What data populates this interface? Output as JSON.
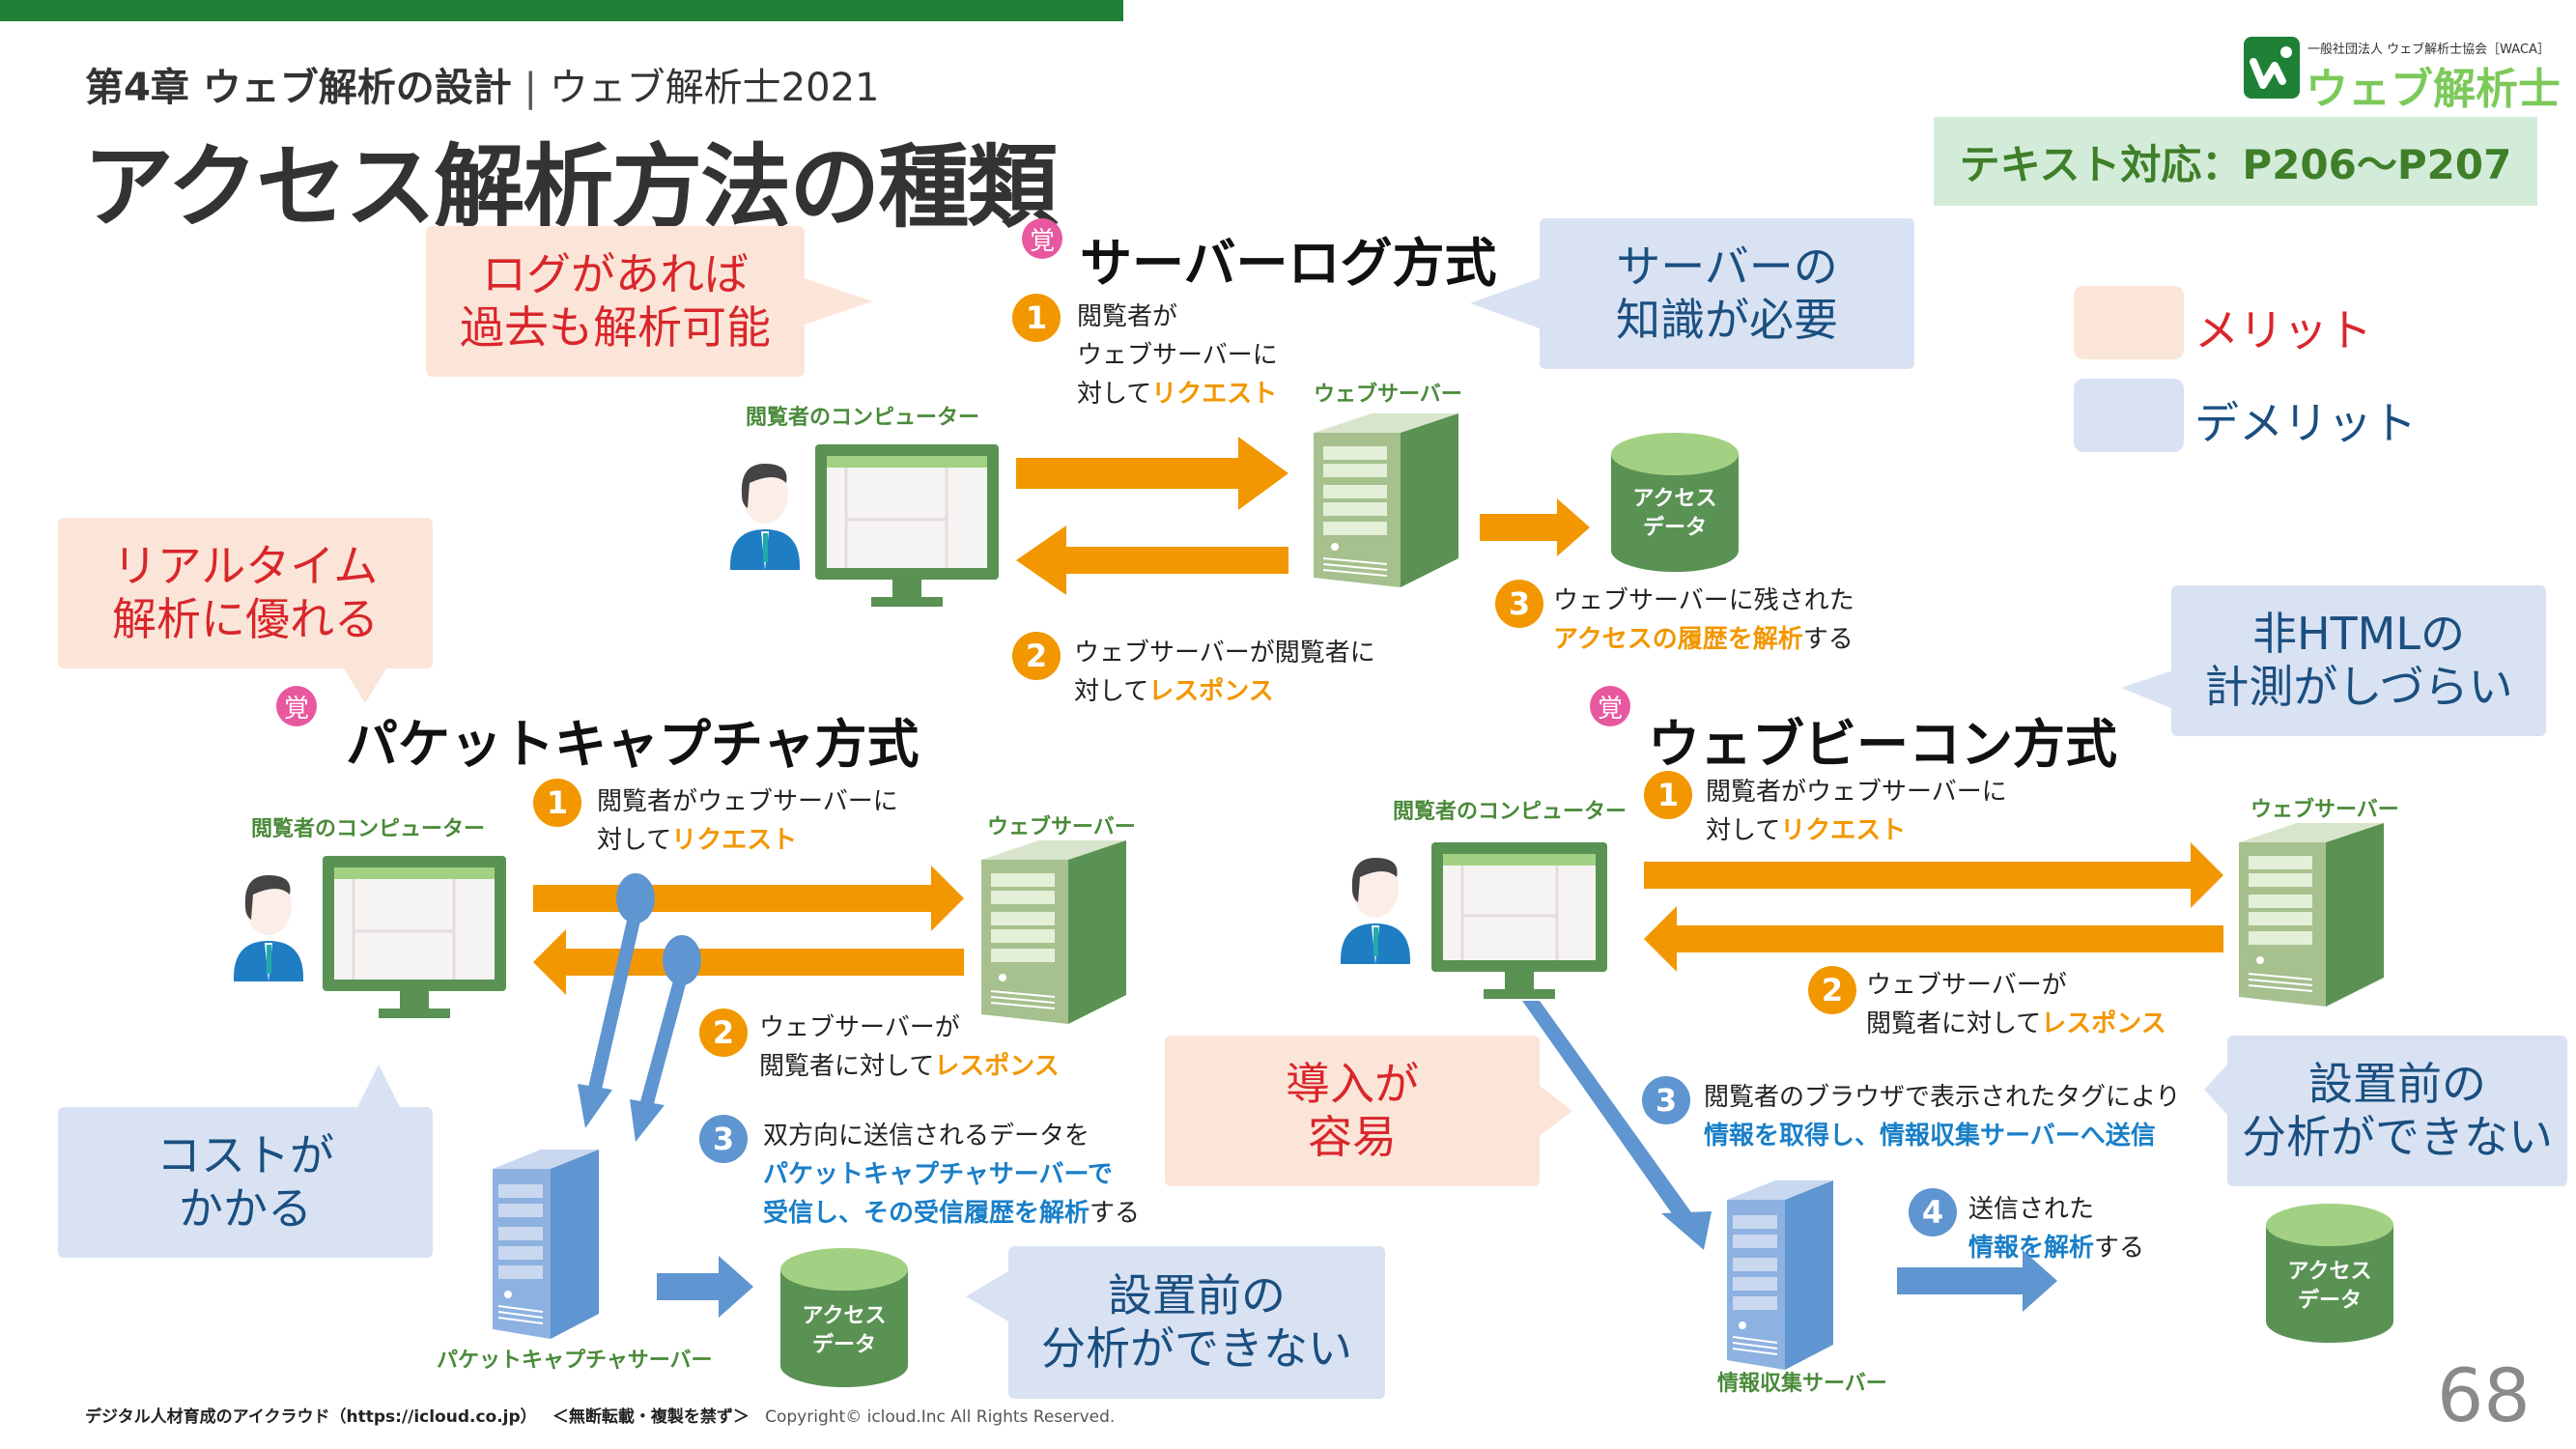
{
  "header": {
    "chapter": "第4章 ウェブ解析の設計",
    "separator": "|",
    "course": "ウェブ解析士2021",
    "title": "アクセス解析方法の種類",
    "page_ref": "テキスト対応：P206〜P207"
  },
  "logo": {
    "org": "一般社団法人 ウェブ解析士協会［WACA］",
    "name": "ウェブ解析士"
  },
  "legend": {
    "merit": "メリット",
    "demerit": "デメリット"
  },
  "colors": {
    "brand_green": "#1e8135",
    "merit_bg": "#fbe5d8",
    "merit_text": "#d9262b",
    "demerit_bg": "#d9e2f3",
    "demerit_text": "#1a4f80",
    "arrow_orange": "#f29700",
    "arrow_blue": "#5f95d0",
    "server_green": "#5a9254"
  },
  "badge": "覚",
  "server_log": {
    "title": "サーバーログ方式",
    "merit": [
      "ログがあれば",
      "過去も解析可能"
    ],
    "demerit": [
      "サーバーの",
      "知識が必要"
    ],
    "computer_label": "閲覧者のコンピューター",
    "server_label": "ウェブサーバー",
    "data_label": [
      "アクセス",
      "データ"
    ],
    "steps": [
      {
        "num": "1",
        "lines": [
          "閲覧者が",
          "ウェブサーバーに"
        ],
        "prefix": "対して",
        "highlight": "リクエスト",
        "suffix": ""
      },
      {
        "num": "2",
        "lines": [
          "ウェブサーバーが閲覧者に"
        ],
        "prefix": "対して",
        "highlight": "レスポンス",
        "suffix": ""
      },
      {
        "num": "3",
        "lines": [
          "ウェブサーバーに残された"
        ],
        "prefix": "",
        "highlight": "アクセスの履歴を解析",
        "suffix": "する"
      }
    ]
  },
  "packet_capture": {
    "title": "パケットキャプチャ方式",
    "merit": [
      "リアルタイム",
      "解析に優れる"
    ],
    "demerit_cost": [
      "コストが",
      "かかる"
    ],
    "demerit_prior": [
      "設置前の",
      "分析ができない"
    ],
    "computer_label": "閲覧者のコンピューター",
    "server_label": "ウェブサーバー",
    "capture_server_label": "パケットキャプチャサーバー",
    "data_label": [
      "アクセス",
      "データ"
    ],
    "steps": [
      {
        "num": "1",
        "line1": "閲覧者がウェブサーバーに",
        "prefix": "対して",
        "highlight": "リクエスト",
        "suffix": ""
      },
      {
        "num": "2",
        "line1": "ウェブサーバーが",
        "prefix": "閲覧者に対して",
        "highlight": "レスポンス",
        "suffix": ""
      },
      {
        "num": "3",
        "line1": "双方向に送信されるデータを",
        "line2": "パケットキャプチャサーバーで",
        "highlight": "受信し、その受信履歴を解析",
        "suffix": "する"
      }
    ]
  },
  "web_beacon": {
    "title": "ウェブビーコン方式",
    "merit": [
      "導入が",
      "容易"
    ],
    "demerit_nonhtml": [
      "非HTMLの",
      "計測がしづらい"
    ],
    "demerit_prior": [
      "設置前の",
      "分析ができない"
    ],
    "computer_label": "閲覧者のコンピューター",
    "server_label": "ウェブサーバー",
    "collect_server_label": "情報収集サーバー",
    "data_label": [
      "アクセス",
      "データ"
    ],
    "steps": [
      {
        "num": "1",
        "line1": "閲覧者がウェブサーバーに",
        "prefix": "対して",
        "highlight": "リクエスト",
        "suffix": ""
      },
      {
        "num": "2",
        "line1": "ウェブサーバーが",
        "prefix": "閲覧者に対して",
        "highlight": "レスポンス",
        "suffix": ""
      },
      {
        "num": "3",
        "line1": "閲覧者のブラウザで表示されたタグにより",
        "highlight": "情報を取得し、情報収集サーバーへ送信",
        "suffix": ""
      },
      {
        "num": "4",
        "line1": "送信された",
        "highlight": "情報を解析",
        "suffix": "する"
      }
    ]
  },
  "footer": {
    "company": "デジタル人材育成のアイクラウド（https://icloud.co.jp）",
    "notice": "＜無断転載・複製を禁ず＞",
    "copyright": "Copyright© icloud.Inc All Rights Reserved."
  },
  "page_number": "68"
}
